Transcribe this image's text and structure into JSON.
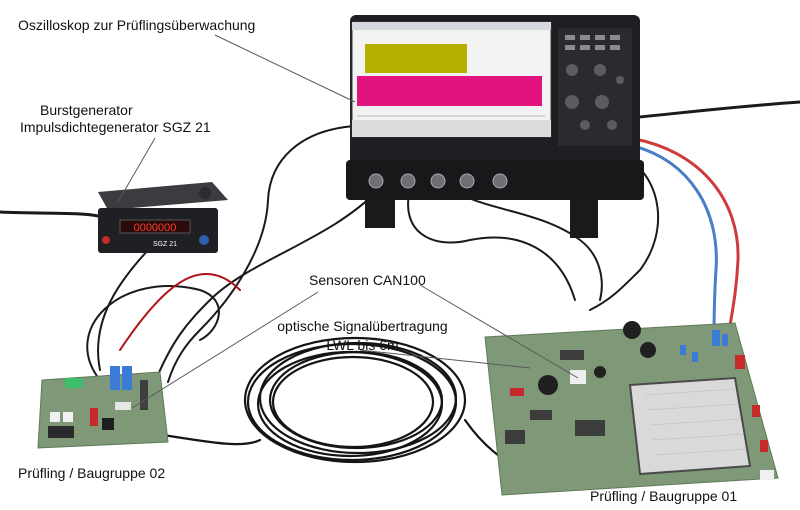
{
  "labels": {
    "oscilloscope": "Oszilloskop zur Prüflingsüberwachung",
    "burst_line1": "Burstgenerator",
    "burst_line2": "Impulsdichtegenerator SGZ 21",
    "sensors": "Sensoren CAN100",
    "optical_line1": "optische Signalübertragung",
    "optical_line2": "LWL bis 6m",
    "dut02": "Prüfling / Baugruppe 02",
    "dut01": "Prüfling / Baugruppe 01"
  },
  "devices": {
    "burst_generator_display": "0000000",
    "burst_generator_model": "SGZ 21"
  },
  "colors": {
    "background": "#ffffff",
    "trace_yellow": "#b5b000",
    "trace_magenta": "#e0137f",
    "pcb_green": "#7f9877",
    "cable_red": "#cf3a3a",
    "cable_blue": "#4a7ec7"
  }
}
